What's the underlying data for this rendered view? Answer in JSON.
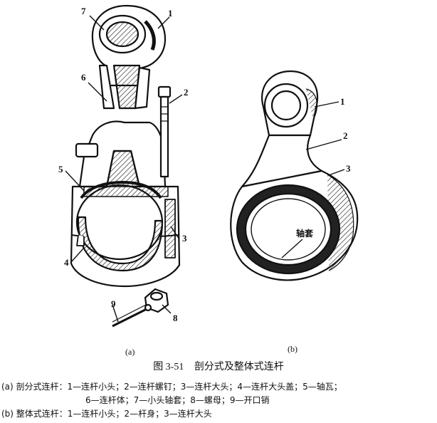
{
  "figure": {
    "panel_a": {
      "sub_label": "(a)",
      "labels": [
        "1",
        "2",
        "3",
        "4",
        "5",
        "6",
        "7",
        "8",
        "9"
      ]
    },
    "panel_b": {
      "sub_label": "(b)",
      "labels": [
        "1",
        "2",
        "3"
      ],
      "sleeve_text": "轴套"
    }
  },
  "caption": {
    "number": "图 3-51",
    "title": "剖分式及整体式连杆"
  },
  "legend": {
    "a_line1": "(a) 剖分式连杆：1—连杆小头；2—连杆螺钉；3—连杆大头；4—连杆大头盖；5—轴瓦；",
    "a_line2": "6—连杆体；7—小头轴套；8—螺母；9—开口销",
    "b_line": "(b) 整体式连杆：1—连杆小头；2—杆身；3—连杆大头"
  }
}
